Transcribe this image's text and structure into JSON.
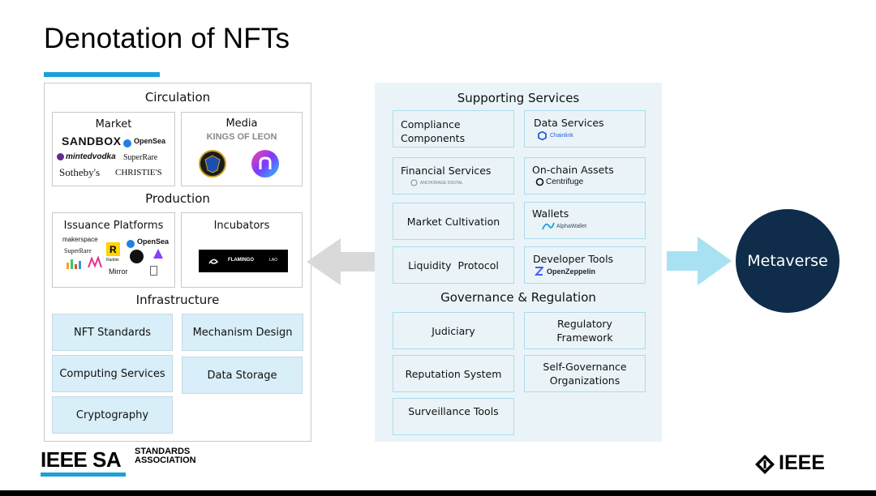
{
  "title": "Denotation of NFTs",
  "left": {
    "circulation": {
      "heading": "Circulation",
      "market": {
        "label": "Market",
        "logos": [
          "SANDBOX",
          "OpenSea",
          "mintedvodka",
          "SuperRare",
          "Sotheby's",
          "CHRISTIE'S"
        ]
      },
      "media": {
        "label": "Media",
        "logos": [
          "KINGS OF LEON"
        ]
      }
    },
    "production": {
      "heading": "Production",
      "issuance": {
        "label": "Issuance Platforms",
        "logos": [
          "makerspace",
          "OpenSea",
          "SuperRare",
          "Rarible",
          "Mirror"
        ]
      },
      "incubators": {
        "label": "Incubators",
        "logos": [
          "FLAMINGO",
          "LAO"
        ]
      }
    },
    "infrastructure": {
      "heading": "Infrastructure",
      "items": [
        "NFT  Standards",
        "Mechanism Design",
        "Computing Services",
        "Data Storage",
        "Cryptography"
      ]
    }
  },
  "middle": {
    "supporting": {
      "heading": "Supporting Services",
      "compliance": "Compliance Components",
      "data_services": "Data Services",
      "data_services_logo": "Chainlink",
      "financial": "Financial Services",
      "financial_logo": "ANCHORAGE DIGITAL",
      "onchain": "On-chain Assets",
      "onchain_logo": "Centrifuge",
      "market_cultivation": "Market Cultivation",
      "wallets": "Wallets",
      "wallets_logo": "AlphaWallet",
      "liquidity": "Liquidity  Protocol",
      "dev_tools": "Developer Tools",
      "dev_tools_logo": "OpenZeppelin"
    },
    "governance": {
      "heading": "Governance & Regulation",
      "judiciary": "Judiciary",
      "regulatory": "Regulatory Framework",
      "reputation": "Reputation System",
      "self_gov": "Self-Governance Organizations",
      "surveillance": "Surveillance Tools"
    }
  },
  "metaverse": "Metaverse",
  "footer": {
    "ieee_sa": "IEEE SA",
    "standards": "STANDARDS",
    "association": "ASSOCIATION",
    "ieee": "IEEE"
  },
  "colors": {
    "accent": "#1ba1d9",
    "panel": "#eaf4f8",
    "box_border": "#a9dbee",
    "blue_box": "#d8eef8",
    "circle": "#0f2d4a",
    "arrow_blue": "#a8e2f2",
    "arrow_grey": "#d9d9d9"
  }
}
